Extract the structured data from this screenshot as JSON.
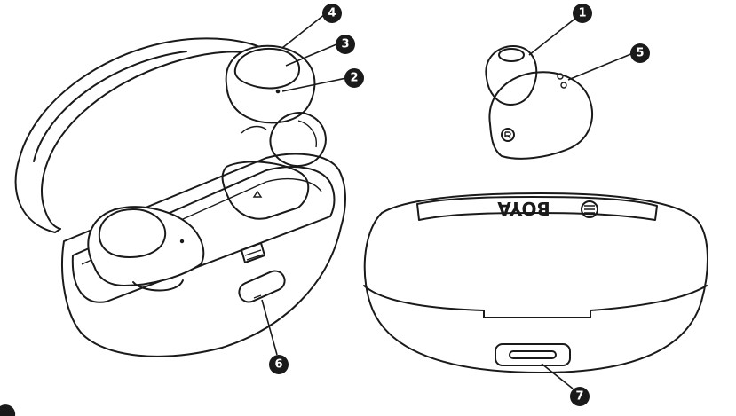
{
  "diagram": {
    "callouts": [
      {
        "id": "callout-1",
        "label": "1"
      },
      {
        "id": "callout-2",
        "label": "2"
      },
      {
        "id": "callout-3",
        "label": "3"
      },
      {
        "id": "callout-4",
        "label": "4"
      },
      {
        "id": "callout-5",
        "label": "5"
      },
      {
        "id": "callout-6",
        "label": "6"
      },
      {
        "id": "callout-7",
        "label": "7"
      }
    ],
    "brand_logo_text": "BOYA",
    "colors": {
      "line": "#1a1a1a",
      "background": "#ffffff"
    }
  }
}
